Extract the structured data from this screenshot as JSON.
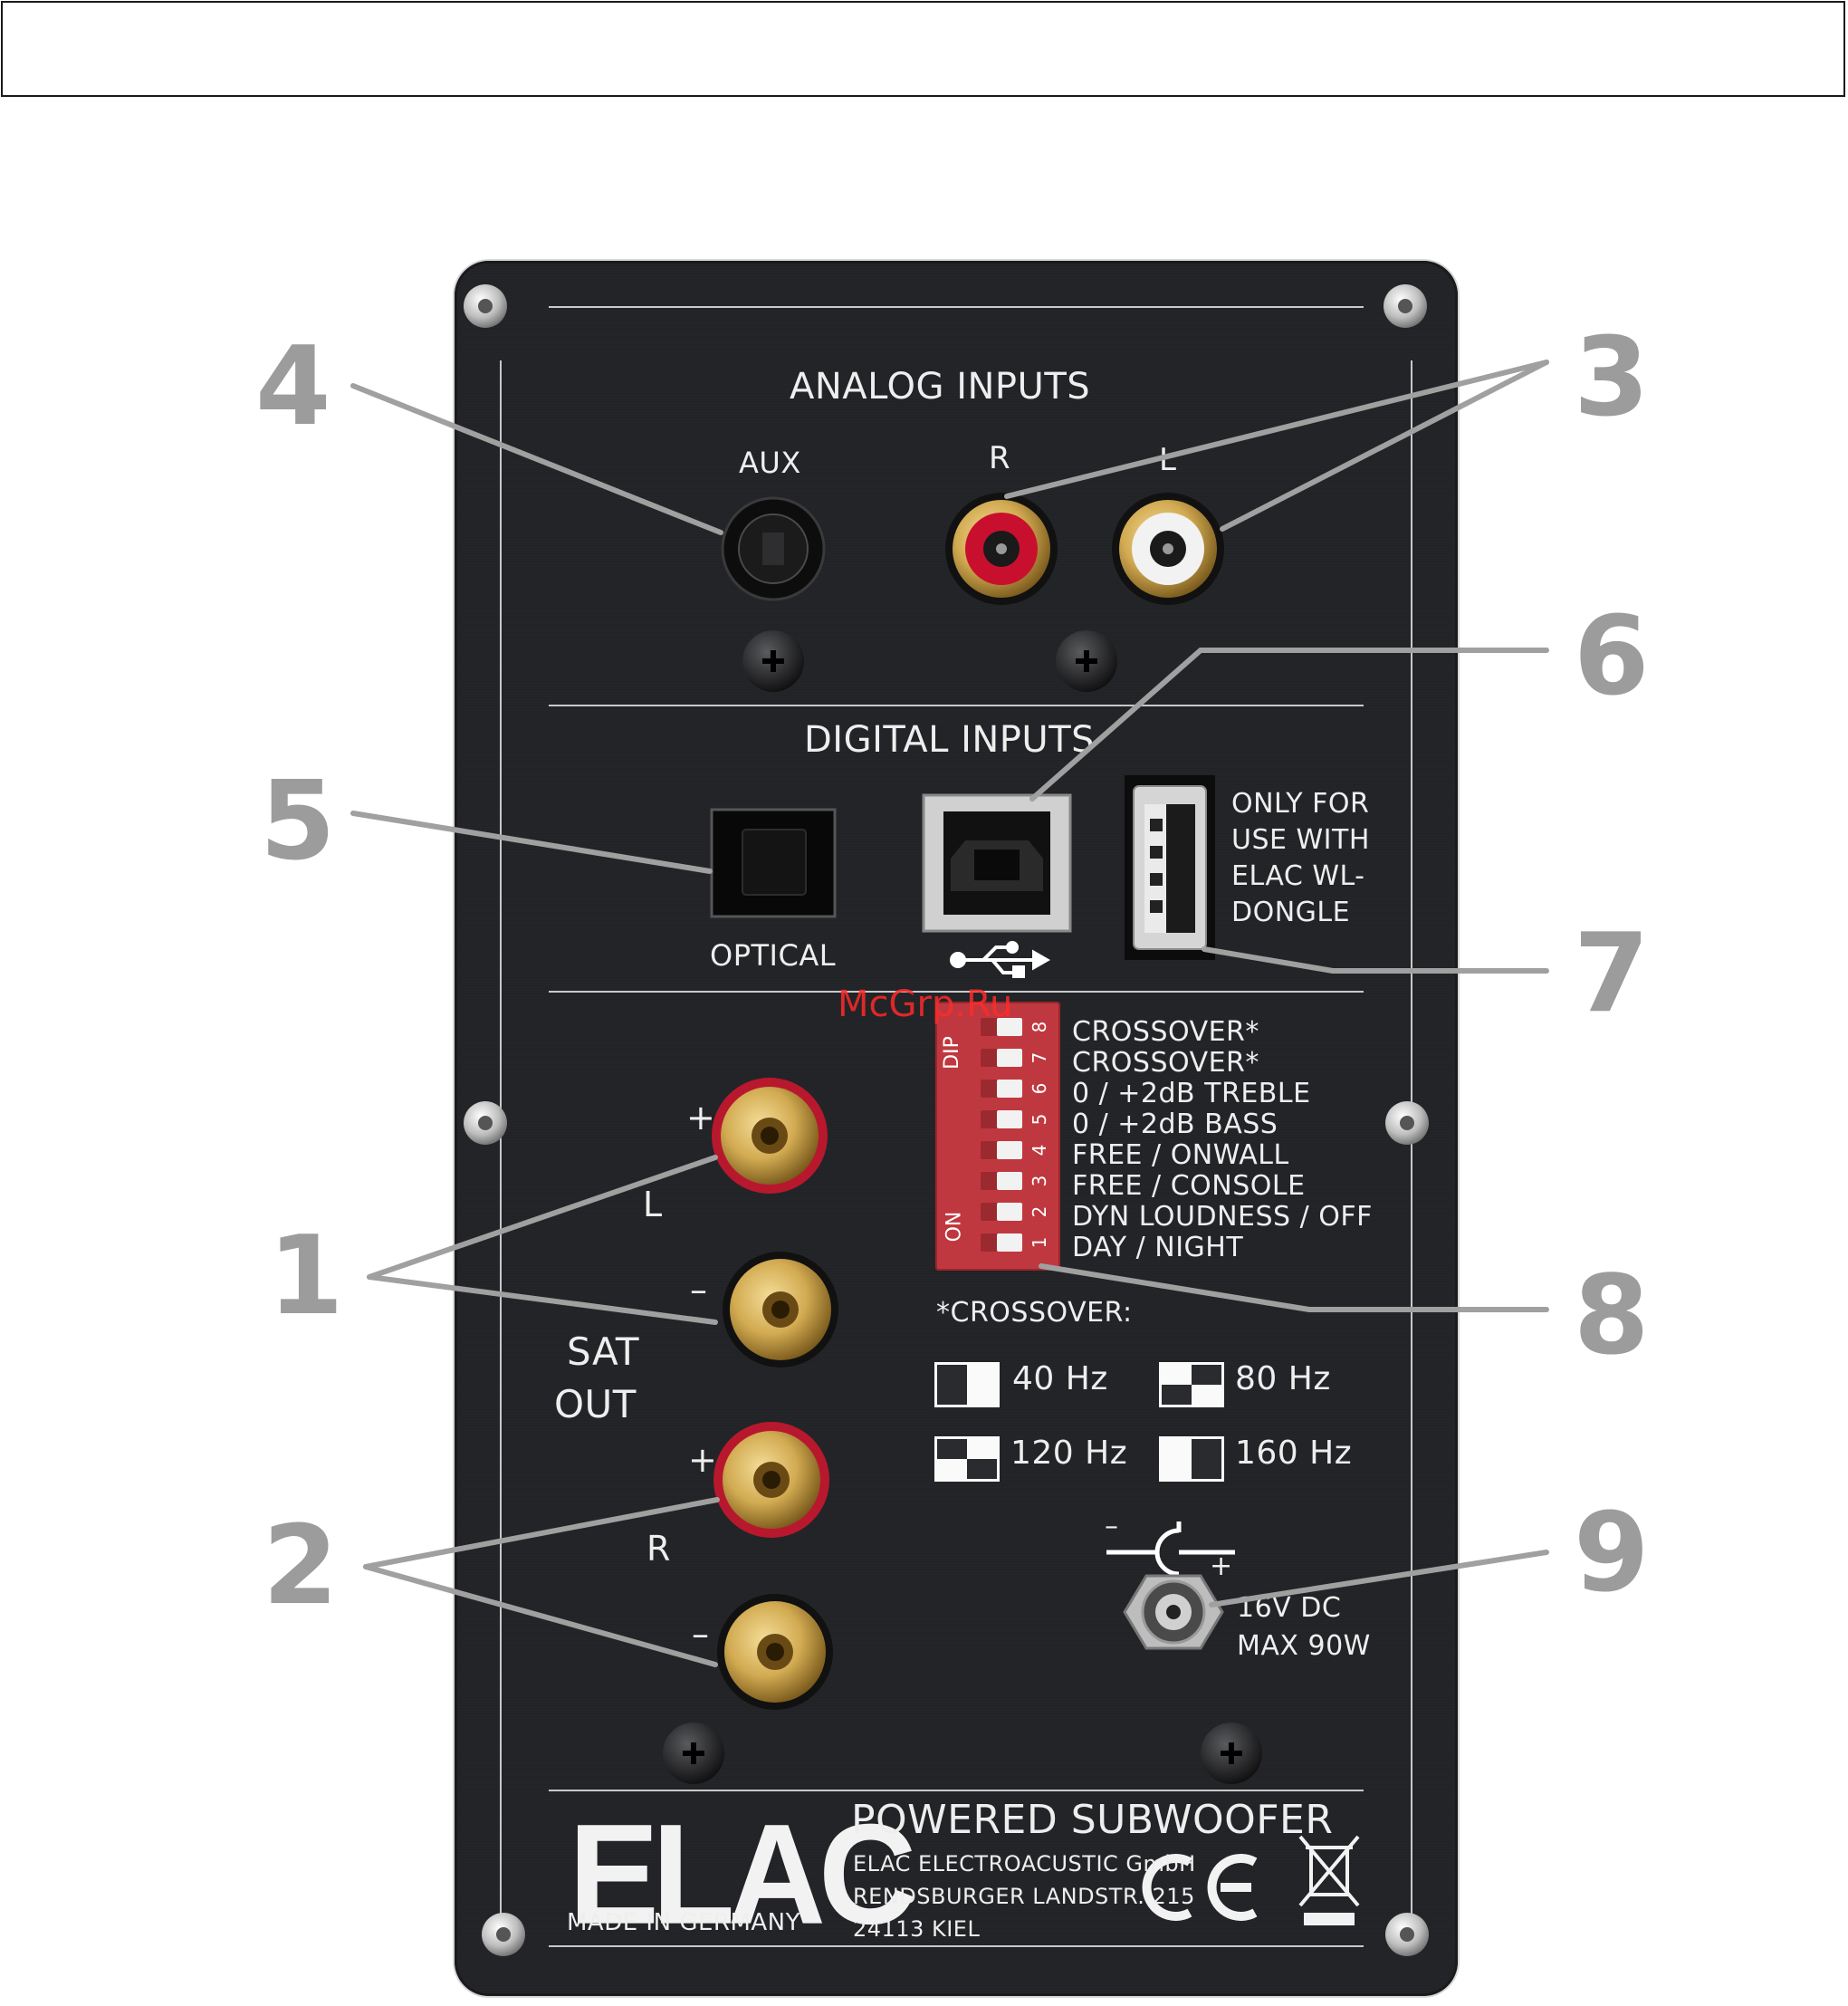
{
  "callouts": {
    "n1": "1",
    "n2": "2",
    "n3": "3",
    "n4": "4",
    "n5": "5",
    "n6": "6",
    "n7": "7",
    "n8": "8",
    "n9": "9"
  },
  "panel": {
    "analog_inputs": "ANALOG INPUTS",
    "aux": "AUX",
    "r": "R",
    "l": "L",
    "digital_inputs": "DIGITAL INPUTS",
    "optical": "OPTICAL",
    "usb_note": [
      "ONLY FOR",
      "USE WITH",
      "ELAC WL-",
      "DONGLE"
    ],
    "terminal_plus": "+",
    "terminal_minus": "–",
    "terminal_l": "L",
    "terminal_r": "R",
    "sat_out": [
      "SAT",
      "OUT"
    ],
    "dip_text": "DIP",
    "on_text": "ON",
    "dip_numbers": [
      "8",
      "7",
      "6",
      "5",
      "4",
      "3",
      "2",
      "1"
    ],
    "dip_labels": [
      "CROSSOVER*",
      "CROSSOVER*",
      "0 / +2dB TREBLE",
      "0 / +2dB BASS",
      "FREE / ONWALL",
      "FREE / CONSOLE",
      "DYN LOUDNESS / OFF",
      "DAY / NIGHT"
    ],
    "crossover_title": "*CROSSOVER:",
    "crossover": [
      {
        "label": "40 Hz"
      },
      {
        "label": "80 Hz"
      },
      {
        "label": "120 Hz"
      },
      {
        "label": "160 Hz"
      }
    ],
    "power_minus": "–",
    "power_plus": "+",
    "power_rating": [
      "16V DC",
      "MAX 90W"
    ],
    "brand": "ELAC",
    "made_in": "MADE IN GERMANY",
    "product": "POWERED SUBWOOFER",
    "company": [
      "ELAC ELECTROACUSTIC GmbH",
      "RENDSBURGER LANDSTR. 215",
      "24113 KIEL"
    ],
    "ce_mark": "CE"
  },
  "watermark": "McGrp.Ru",
  "colors": {
    "callout_gray": "#9c9c9c",
    "panel_dark": "#232427",
    "dip_red": "#c0383f",
    "brass": "#d6b25a",
    "rca_red": "#c8102e"
  }
}
